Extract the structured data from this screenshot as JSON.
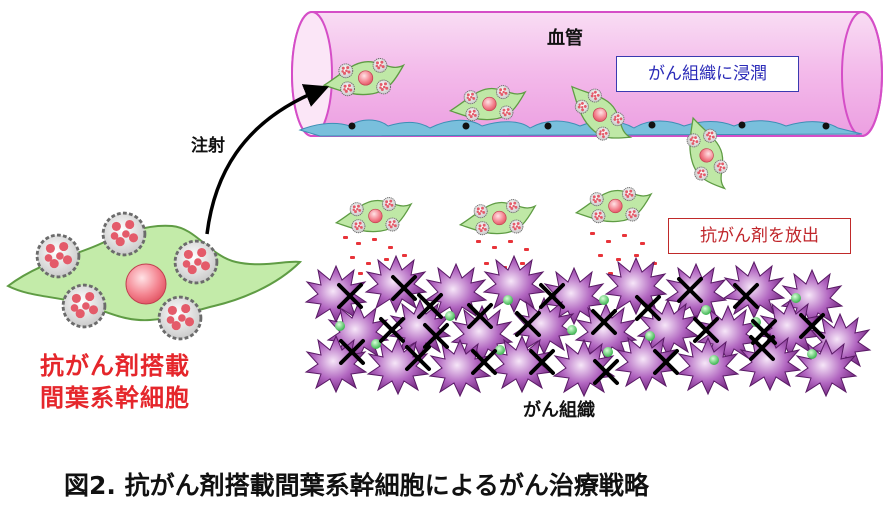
{
  "labels": {
    "vessel": "血管",
    "infiltrate": "がん組織に浸潤",
    "injection": "注射",
    "drug_release": "抗がん剤を放出",
    "msc_line1": "抗がん剤搭載",
    "msc_line2": "間葉系幹細胞",
    "tumor": "がん組織"
  },
  "caption": "図2. 抗がん剤搭載間葉系幹細胞によるがん治療戦略",
  "colors": {
    "vessel_fill": "#f6c9ef",
    "vessel_stroke": "#d54ec7",
    "endothelium": "#6fb6d8",
    "msc_body": "#bfe8a6",
    "msc_stroke": "#6aa84f",
    "nucleus": "#f06c7a",
    "drug_dot": "#e8343a",
    "tumor_cell": "#8e3a9a",
    "tumor_dot": "#5fcf6a",
    "infiltrate_text": "#2b2bb8",
    "release_text": "#c0262b",
    "msc_label": "#e5262b"
  },
  "icons": [
    "arrow-icon",
    "cross-mark-icon",
    "nanoparticle-icon"
  ]
}
